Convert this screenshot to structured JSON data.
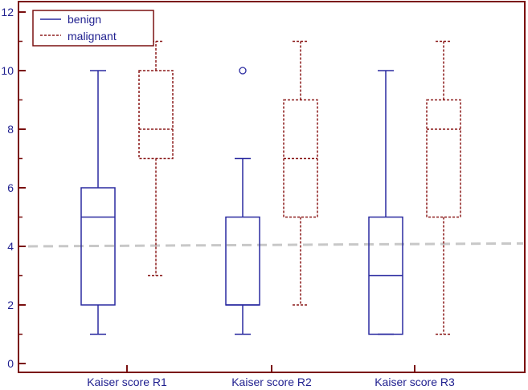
{
  "chart_data": {
    "type": "box",
    "title": "",
    "xlabel": "",
    "ylabel": "",
    "ylim": [
      0,
      12
    ],
    "yticks": [
      0,
      2,
      4,
      6,
      8,
      10,
      12
    ],
    "categories": [
      "Kaiser score R1",
      "Kaiser score R2",
      "Kaiser score R3"
    ],
    "reference_line": {
      "y": 4.0,
      "y_end": 4.1,
      "style": "dashed",
      "color": "#c8c8c8"
    },
    "legend": {
      "position": "top-left"
    },
    "series": [
      {
        "name": "benign",
        "color": "#2a2aa0",
        "line_style": "solid",
        "boxes": [
          {
            "whisker_low": 1,
            "q1": 2,
            "median": 5,
            "q3": 6,
            "whisker_high": 10,
            "outliers": []
          },
          {
            "whisker_low": 1,
            "q1": 2,
            "median": 2,
            "q3": 5,
            "whisker_high": 7,
            "outliers": [
              10
            ]
          },
          {
            "whisker_low": 1,
            "q1": 1,
            "median": 3,
            "q3": 5,
            "whisker_high": 10,
            "outliers": []
          }
        ]
      },
      {
        "name": "malignant",
        "color": "#8b1a1a",
        "line_style": "dashed",
        "boxes": [
          {
            "whisker_low": 3,
            "q1": 7,
            "median": 8,
            "q3": 10,
            "whisker_high": 11,
            "outliers": []
          },
          {
            "whisker_low": 2,
            "q1": 5,
            "median": 7,
            "q3": 9,
            "whisker_high": 11,
            "outliers": []
          },
          {
            "whisker_low": 1,
            "q1": 5,
            "median": 8,
            "q3": 9,
            "whisker_high": 11,
            "outliers": []
          }
        ]
      }
    ],
    "frame_color": "#7a1010",
    "axis_text_color": "#1f1f8f"
  }
}
